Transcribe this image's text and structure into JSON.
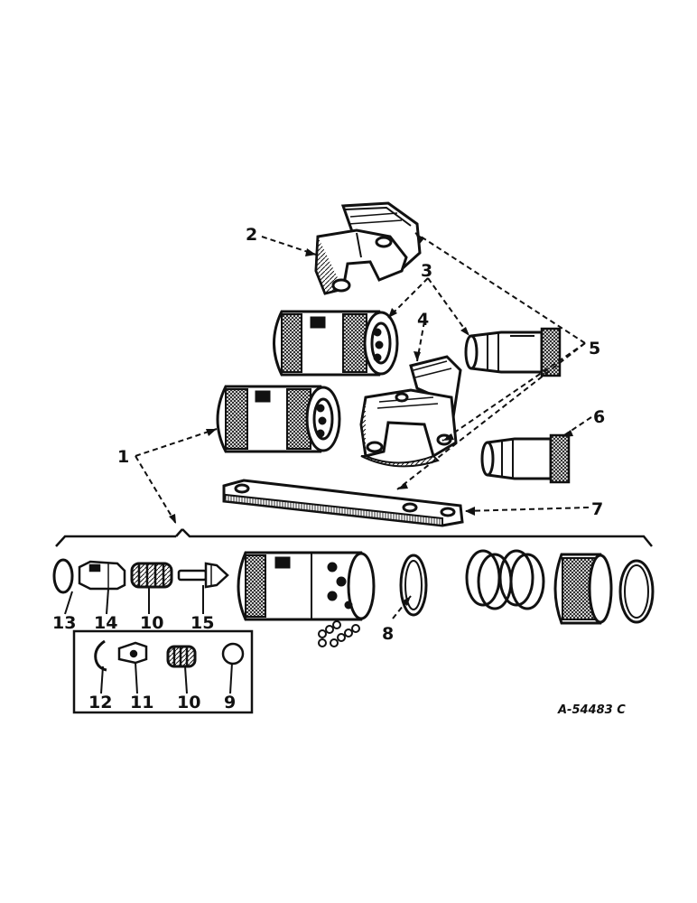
{
  "diagram": {
    "drawing_number": "A-54483 C",
    "callouts": {
      "c1": "1",
      "c2": "2",
      "c3": "3",
      "c4": "4",
      "c5": "5",
      "c6": "6",
      "c7": "7",
      "c8": "8",
      "c9": "9",
      "c10a": "10",
      "c10b": "10",
      "c11": "11",
      "c12": "12",
      "c13": "13",
      "c14": "14",
      "c15": "15"
    }
  },
  "colors": {
    "ink": "#111111",
    "paper": "#ffffff"
  }
}
